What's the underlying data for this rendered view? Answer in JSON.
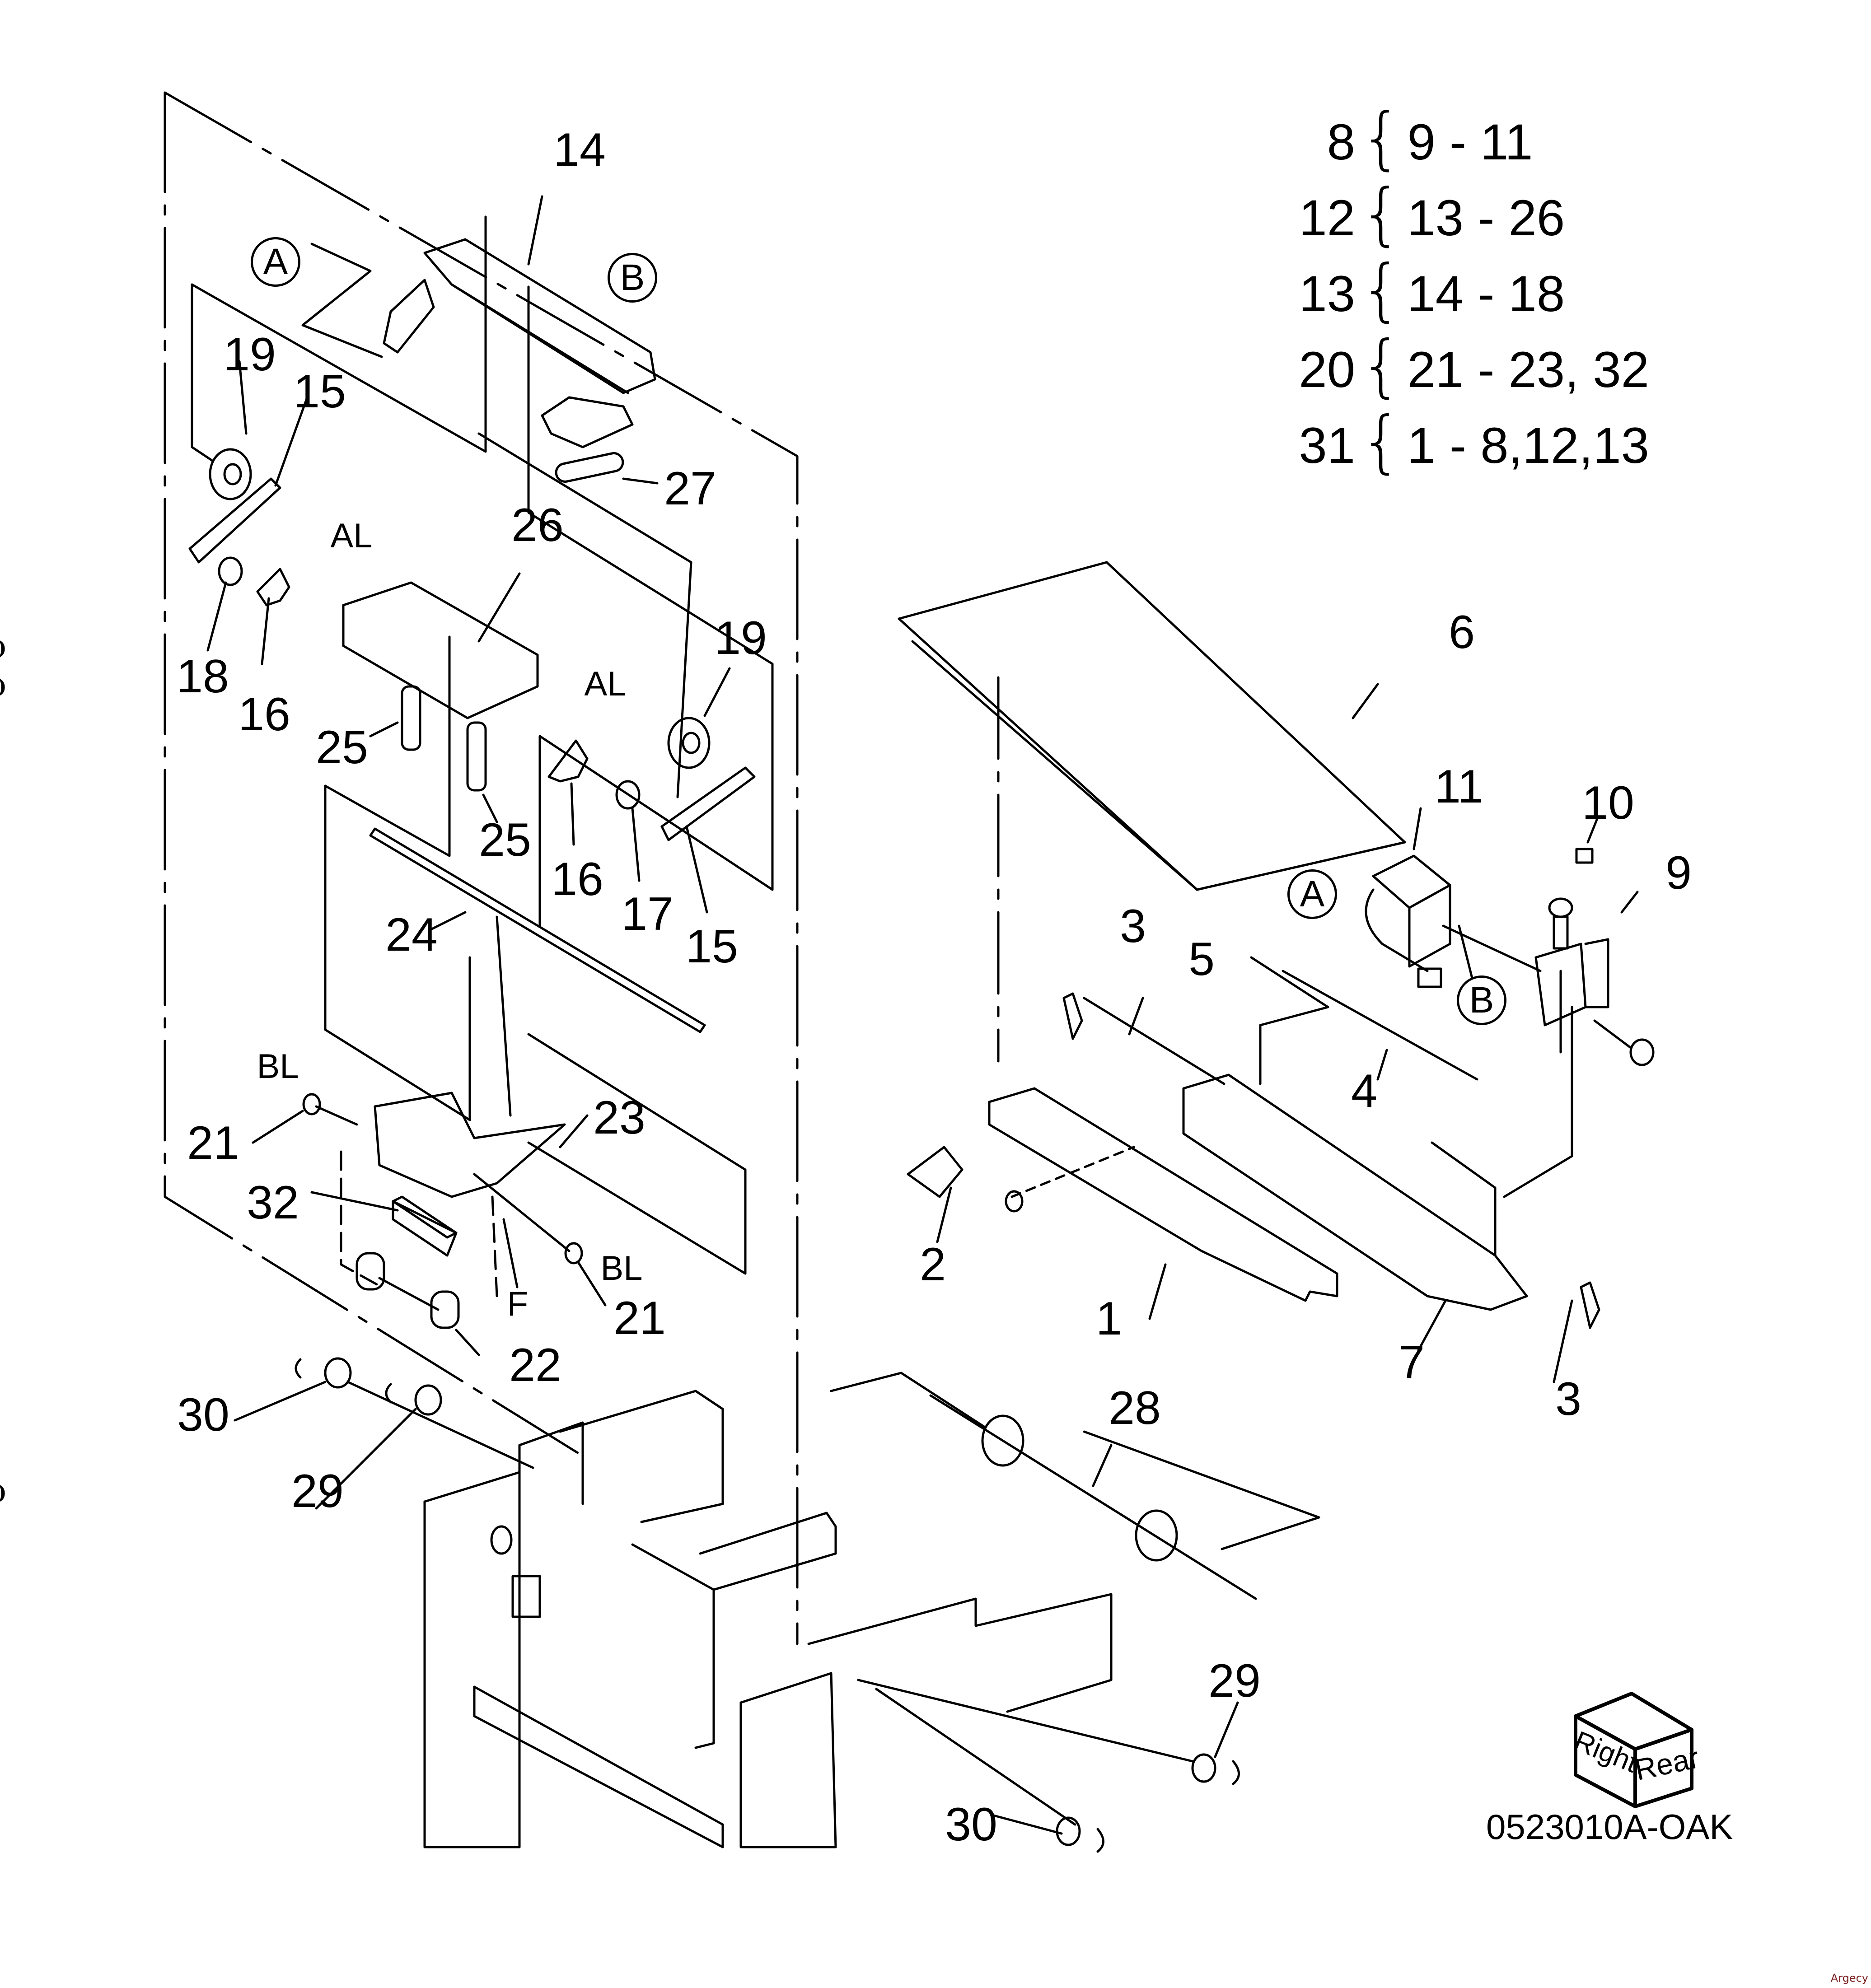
{
  "diagram": {
    "type": "exploded-parts-diagram",
    "figure_id": "0523010A-OAK",
    "watermark": "Argecy",
    "orientation_cube": {
      "left_face": "Right",
      "right_face": "Rear"
    },
    "legend": [
      {
        "parent": "8",
        "children": "9 - 11"
      },
      {
        "parent": "12",
        "children": "13 - 26"
      },
      {
        "parent": "13",
        "children": "14 - 18"
      },
      {
        "parent": "20",
        "children": "21 - 23, 32"
      },
      {
        "parent": "31",
        "children": "1 - 8,12,13"
      }
    ],
    "callouts": [
      {
        "id": "A-top",
        "text": "A"
      },
      {
        "id": "B-top",
        "text": "B"
      },
      {
        "id": "A-right",
        "text": "A"
      },
      {
        "id": "B-right",
        "text": "B"
      }
    ],
    "part_labels": [
      {
        "id": "p14",
        "text": "14"
      },
      {
        "id": "p19a",
        "text": "19"
      },
      {
        "id": "p15a",
        "text": "15"
      },
      {
        "id": "p27",
        "text": "27"
      },
      {
        "id": "al1",
        "text": "AL"
      },
      {
        "id": "p26",
        "text": "26"
      },
      {
        "id": "p18",
        "text": "18"
      },
      {
        "id": "p16a",
        "text": "16"
      },
      {
        "id": "p25a",
        "text": "25"
      },
      {
        "id": "p25b",
        "text": "25"
      },
      {
        "id": "al2",
        "text": "AL"
      },
      {
        "id": "p19b",
        "text": "19"
      },
      {
        "id": "p16b",
        "text": "16"
      },
      {
        "id": "p17",
        "text": "17"
      },
      {
        "id": "p15b",
        "text": "15"
      },
      {
        "id": "p24",
        "text": "24"
      },
      {
        "id": "bl1",
        "text": "BL"
      },
      {
        "id": "p21a",
        "text": "21"
      },
      {
        "id": "p23",
        "text": "23"
      },
      {
        "id": "p32",
        "text": "32"
      },
      {
        "id": "f",
        "text": "F"
      },
      {
        "id": "bl2",
        "text": "BL"
      },
      {
        "id": "p21b",
        "text": "21"
      },
      {
        "id": "p22",
        "text": "22"
      },
      {
        "id": "p30a",
        "text": "30"
      },
      {
        "id": "p29a",
        "text": "29"
      },
      {
        "id": "p6",
        "text": "6"
      },
      {
        "id": "p11",
        "text": "11"
      },
      {
        "id": "p10",
        "text": "10"
      },
      {
        "id": "p9",
        "text": "9"
      },
      {
        "id": "p3a",
        "text": "3"
      },
      {
        "id": "p5",
        "text": "5"
      },
      {
        "id": "p4",
        "text": "4"
      },
      {
        "id": "p2",
        "text": "2"
      },
      {
        "id": "p1",
        "text": "1"
      },
      {
        "id": "p7",
        "text": "7"
      },
      {
        "id": "p3b",
        "text": "3"
      },
      {
        "id": "p28",
        "text": "28"
      },
      {
        "id": "p29b",
        "text": "29"
      },
      {
        "id": "p30b",
        "text": "30"
      }
    ],
    "edge_marks": [
      ")",
      ")",
      ")"
    ]
  }
}
